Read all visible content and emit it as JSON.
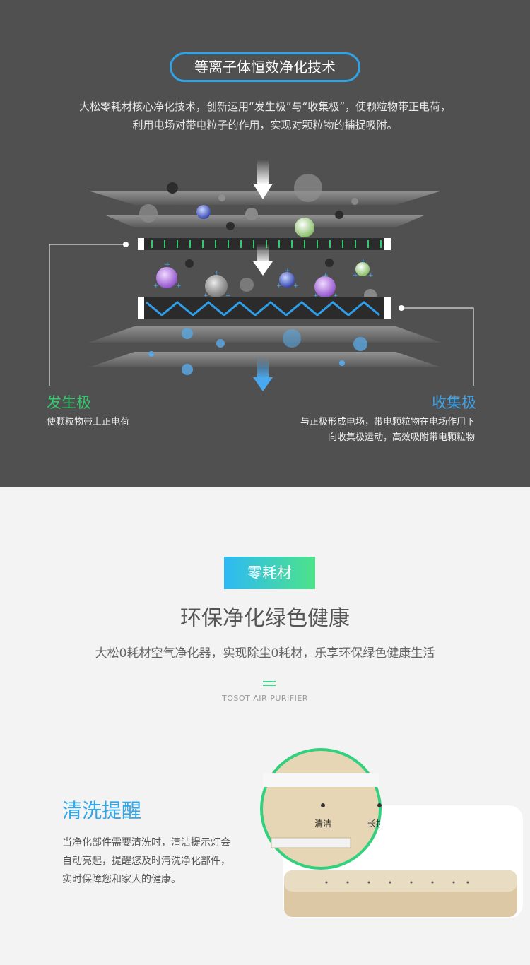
{
  "section1": {
    "title": "等离子体恒效净化技术",
    "intro_line1": "大松零耗材核心净化技术，创新运用“发生极”与“收集极”，使颗粒物带正电荷，",
    "intro_line2": "利用电场对带电粒子的作用，实现对颗粒物的捕捉吸附。",
    "emitter_label": "发生极",
    "emitter_desc": "使颗粒物带上正电荷",
    "collector_label": "收集极",
    "collector_desc_line1": "与正极形成电场，带电颗粒物在电场作用下",
    "collector_desc_line2": "向收集极运动，高效吸附带电颗粒物",
    "colors": {
      "accent_blue": "#2fa3e6",
      "emitter_green": "#36c86e",
      "collector_blue": "#3fa3e8"
    }
  },
  "section2": {
    "tag": "零耗材",
    "heading": "环保净化绿色健康",
    "subtext": "大松0耗材空气净化器，实现除尘0耗材，乐享环保绿色健康生活",
    "brand": "TOSOT AIR PURIFIER"
  },
  "section3": {
    "title": "清洗提醒",
    "desc": "当净化部件需要清洗时，清洁提示灯会自动亮起，提醒您及时清洗净化部件，实时保障您和家人的健康。",
    "zoom_label_1": "清洁",
    "zoom_label_2": "长按"
  }
}
